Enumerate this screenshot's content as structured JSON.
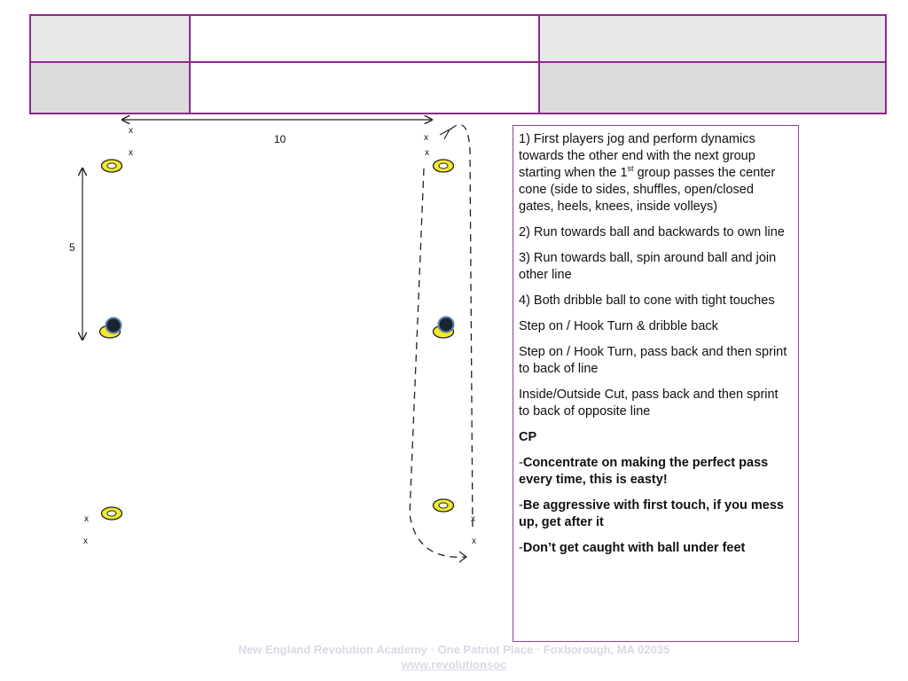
{
  "diagram": {
    "distance_horizontal": "10",
    "distance_vertical": "5",
    "player_mark": "x"
  },
  "instructions": {
    "step1_a": "1) First players jog and perform dynamics towards  the other end with the next group starting when the 1",
    "step1_sup": "st",
    "step1_b": " group passes the center cone (side to sides, shuffles, open/closed gates, heels, knees, inside volleys)",
    "step2": "2) Run towards ball and backwards to own line",
    "step3": "3) Run towards ball, spin around ball and join other line",
    "step4": "4) Both dribble ball to cone with tight touches",
    "variant1": "Step on / Hook Turn & dribble back",
    "variant2": "Step on / Hook Turn, pass back and then sprint to back of line",
    "variant3": "Inside/Outside Cut, pass back and then sprint to back of opposite line",
    "cp_title": "CP",
    "cp_points": [
      "Concentrate on making the perfect pass every time, this is easty!",
      "Be aggressive with first touch, if you mess up, get after it",
      "Don’t get caught with ball under feet"
    ]
  },
  "footer": {
    "line1": "New England Revolution Academy · One Patriot Place · Foxborough, MA 02035",
    "line2": "www.revolutionsoc"
  }
}
